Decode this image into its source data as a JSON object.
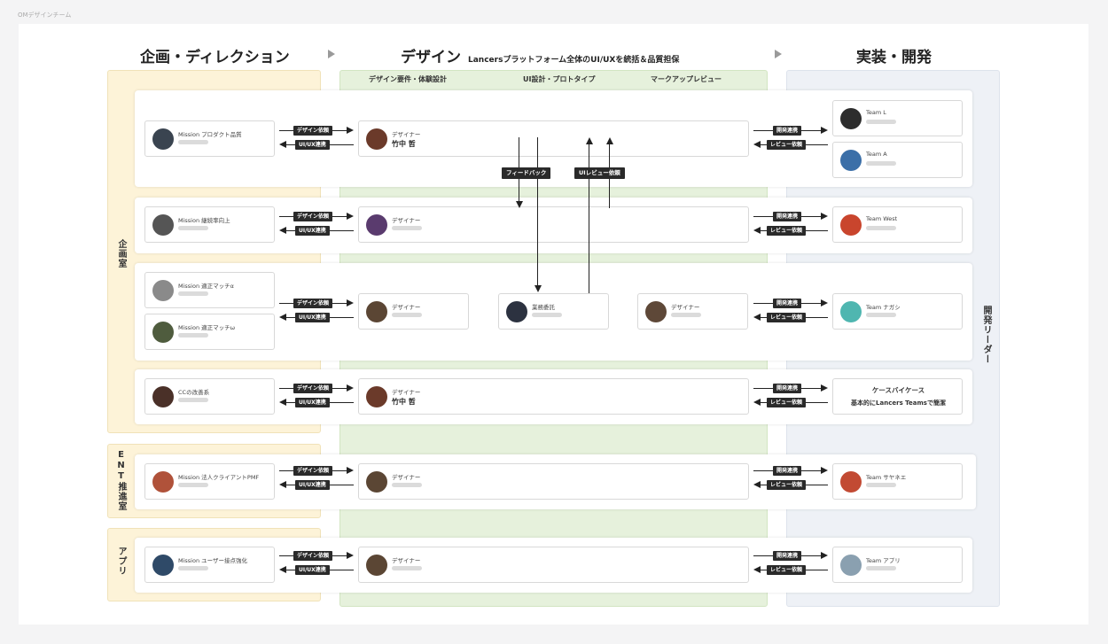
{
  "frame_label": "OMデザインチーム",
  "header": {
    "planning": "企画・ディレクション",
    "design": "デザイン",
    "design_sub": "Lancersプラットフォーム全体のUI/UXを統括＆品質担保",
    "dev": "実装・開発"
  },
  "design_subheaders": [
    "デザイン要件・体験設計",
    "UI設計・プロトタイプ",
    "マークアップレビュー"
  ],
  "sections": {
    "kikaku": "企画室",
    "ent": "ENT推進室",
    "app": "アプリ",
    "dev_leader": "開発リーダー"
  },
  "labels": {
    "design_request": "デザイン依頼",
    "uiux_link": "UI/UX連携",
    "dev_link": "開発連携",
    "review_request": "レビュー依頼",
    "feedback": "フィードバック",
    "ui_review_request": "UIレビュー依頼",
    "designer": "デザイナー",
    "outsource": "業務委託"
  },
  "missions": [
    "Mission プロダクト品質",
    "Mission 継続率向上",
    "Mission 適正マッチα",
    "Mission 適正マッチω",
    "CCの改善系",
    "Mission 法人クライアントPMF",
    "Mission ユーザー接点強化"
  ],
  "designer_name": "竹中 哲",
  "teams": [
    "Team L",
    "Team A",
    "Team West",
    "Team ナガシ",
    "Team サヤネエ",
    "Team アプリ"
  ],
  "casebycase": {
    "title": "ケースバイケース",
    "body": "基本的にLancers Teamsで簡潔"
  },
  "colors": {
    "planning_bg": "#fdf3d8",
    "design_bg": "#e6f1dc",
    "dev_bg": "#eef1f6",
    "pill": "#2a2a2a"
  }
}
